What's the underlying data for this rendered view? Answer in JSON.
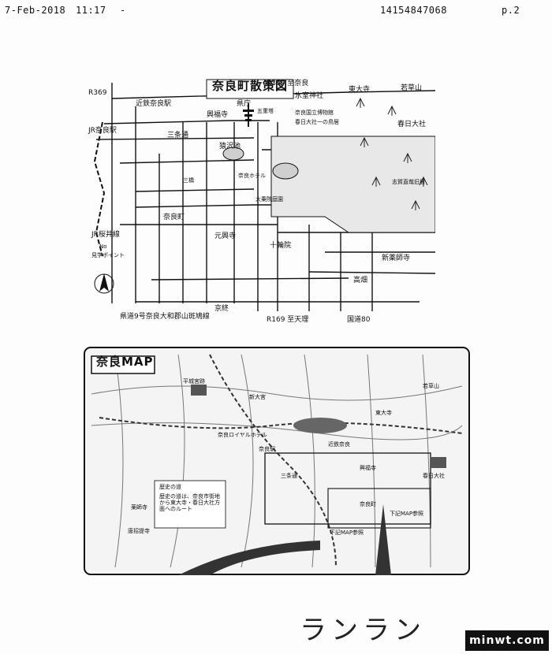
{
  "fax_header": {
    "date": "7-Feb-2018",
    "time": "11:17",
    "dash": "-",
    "fax_number": "14154847068",
    "page": "p.2"
  },
  "walk_map": {
    "title": "奈良町散策図",
    "labels": {
      "r369_w": "R369",
      "kintetsu_nara": "近鉄奈良駅",
      "jr_nara": "JR奈良駅",
      "r369_top": "R369 至奈良",
      "ken_cho": "県庁",
      "todaiji": "東大寺",
      "wakakusa": "若草山",
      "himuro": "氷室神社",
      "museum": "奈良国立博物館",
      "kasuga_torii": "春日大社一の鳥居",
      "kasuga_taisha": "春日大社",
      "kofukuji": "興福寺",
      "gojunoto": "五重塔",
      "sarusawa": "猿沢池",
      "sanjo": "三条通",
      "naramachi": "奈良町",
      "gangoji": "元興寺",
      "jurinin": "十輪院",
      "shinyakushiji": "新薬師寺",
      "takabatake": "高畑",
      "jr_sakurai": "JR桜井線",
      "point_no": "No",
      "point_label": "見学ポイント",
      "bottom_road": "県道9号奈良大和郡山斑鳩線",
      "r169": "R169 至天理",
      "route80": "国道80",
      "kyobate": "京終",
      "shiga": "志賀直哉旧居",
      "nara_hotel": "奈良ホテル",
      "mikusa": "三橋",
      "daijoin": "大乗院庭園"
    }
  },
  "nara_map": {
    "title": "奈良MAP",
    "labels": {
      "heijo": "平城宮跡",
      "nara_station": "奈良駅",
      "kintetsu": "近鉄奈良",
      "todaiji": "東大寺",
      "kasuga": "春日大社",
      "shitamap1": "下記MAP参照",
      "shitamap2": "下記MAP参照",
      "yakushiji": "薬師寺",
      "toshodaiji": "唐招提寺",
      "legend_title": "歴史の道",
      "legend_body": "歴史の道は、奈良市街地から東大寺・春日大社方面へのルート",
      "shin_omiya": "新大宮",
      "sanjo": "三条通",
      "nara_royal": "奈良ロイヤルホテル",
      "wakakusa": "若草山",
      "kofukuji": "興福寺",
      "naramachi": "奈良町"
    }
  },
  "handwriting": "ランラン",
  "watermark": "minwt.com"
}
